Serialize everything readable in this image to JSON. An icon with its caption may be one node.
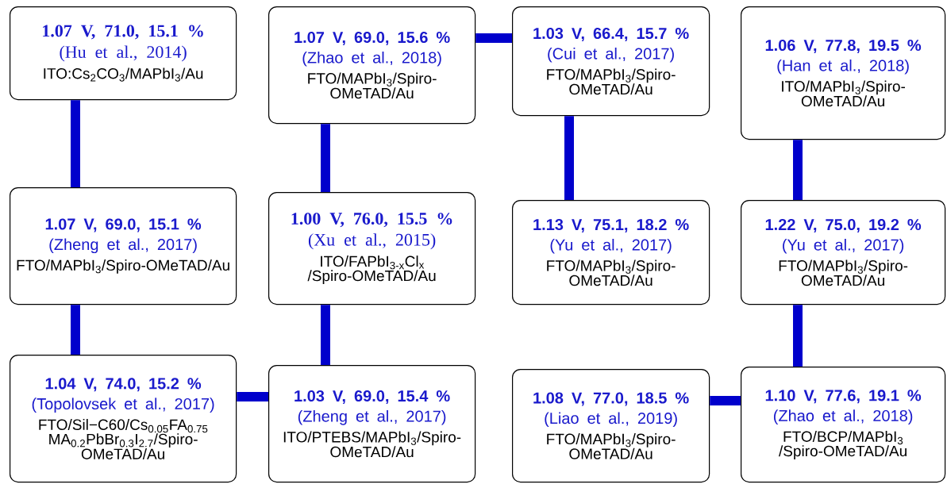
{
  "diagram": {
    "nodes": [
      {
        "text": [
          "1.07 V, 71.0, 15.1 %",
          "(Hu et al., 2014)",
          "ITO:Cs$_{2}$CO$_{3}$/MAPbI$_{3}$/Au"
        ]
      },
      {
        "text": [
          "1.07 V, 69.0, 15.6 %",
          "(Zhao et al., 2018)",
          "FTO/MAPbI$_{3}$/Spiro-OMeTAD/Au"
        ]
      },
      {
        "text": [
          "1.03 V, 66.4, 15.7 %",
          "(Cui et al., 2017)",
          "FTO/MAPbI$_{3}$/Spiro-OMeTAD/Au"
        ]
      },
      {
        "text": [
          "1.06 V, 77.8, 19.5 %",
          "(Han et al., 2018)",
          "ITO/MAPbI$_{3}$/Spiro-OMeTAD/Au"
        ]
      },
      {
        "text": [
          "1.07 V, 69.0, 15.1 %",
          "(Zheng et al., 2017)",
          "FTO/MAPbI$_{3}$/Spiro-OMeTAD/Au"
        ]
      },
      {
        "text": [
          "1.00 V, 76.0, 15.5 %",
          "(Xu et al., 2015)",
          "ITO/FAPbI$_{3-x}$Cl$_{x}$ /Spiro-OMeTAD/Au"
        ]
      },
      {
        "text": [
          "1.13 V, 75.1, 18.2 %",
          "(Yu et al., 2017)",
          "FTO/MAPbI$_{3}$/Spiro-OMeTAD/Au"
        ]
      },
      {
        "text": [
          "1.22 V, 75.0, 19.2 %",
          "(Yu et al., 2017)",
          "FTO/MAPbI$_{3}$/Spiro-OMeTAD/Au"
        ]
      },
      {
        "text": [
          "1.04 V, 74.0, 15.2 %",
          "(Topolovsek et al., 2017)",
          "FTO/Sil−C60/Cs$_{0.05}$FA$_{0.75}$ MA$_{0.2}$PbBr$_{0.3}$I$_{2.7}$/Spiro-OMeTAD/Au"
        ]
      },
      {
        "text": [
          "1.03 V, 69.0, 15.4 %",
          "(Zheng et al., 2017)",
          "ITO/PTEBS/MAPbI$_{3}$/Spiro-OMeTAD/Au"
        ]
      },
      {
        "text": [
          "1.08 V, 77.0, 18.5 %",
          "(Liao et al., 2019)",
          "FTO/MAPbI$_{3}$/Spiro-OMeTAD/Au"
        ]
      },
      {
        "text": [
          "1.10 V, 77.6, 19.1 %",
          "(Zhao et al., 2018)",
          "FTO/BCP/MAPbI$_{3}$ /Spiro-OMeTAD/Au"
        ]
      }
    ],
    "edges": [
      {
        "from": 0,
        "to": 4,
        "arrow": "none"
      },
      {
        "from": 4,
        "to": 8,
        "arrow": "none"
      },
      {
        "from": 8,
        "to": 9,
        "arrow": "none"
      },
      {
        "from": 9,
        "to": 5,
        "arrow": "none"
      },
      {
        "from": 5,
        "to": 1,
        "arrow": "none"
      },
      {
        "from": 1,
        "to": 2,
        "arrow": "none"
      },
      {
        "from": 2,
        "to": 6,
        "arrow": "none"
      },
      {
        "from": 10,
        "to": 11,
        "arrow": "none"
      },
      {
        "from": 11,
        "to": 7,
        "arrow": "none"
      },
      {
        "from": 7,
        "to": 3,
        "arrow": "none"
      }
    ]
  }
}
